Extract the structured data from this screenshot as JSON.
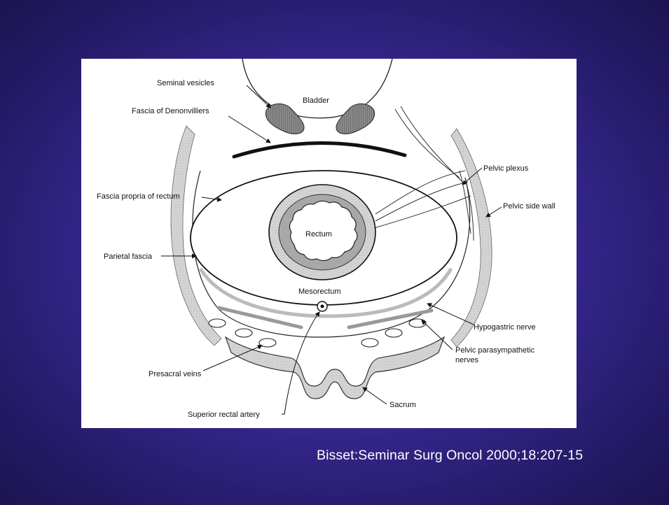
{
  "labels": {
    "bladder": "Bladder",
    "seminal_vesicles": "Seminal vesicles",
    "fascia_denonvilliers": "Fascia of Denonvilliers",
    "pelvic_plexus": "Pelvic plexus",
    "fascia_propria": "Fascia propria of rectum",
    "pelvic_side_wall": "Pelvic side wall",
    "rectum": "Rectum",
    "parietal_fascia": "Parietal fascia",
    "mesorectum": "Mesorectum",
    "hypogastric_nerve": "Hypogastric nerve",
    "pelvic_parasympathetic_1": "Pelvic parasympathetic",
    "pelvic_parasympathetic_2": "nerves",
    "presacral_veins": "Presacral veins",
    "sacrum": "Sacrum",
    "superior_rectal_artery": "Superior rectal artery"
  },
  "citation": "Bisset:Seminar Surg Oncol 2000;18:207-15",
  "colors": {
    "background": "#3a2a98",
    "figure_background": "#ffffff",
    "citation_text": "#ffffff"
  }
}
